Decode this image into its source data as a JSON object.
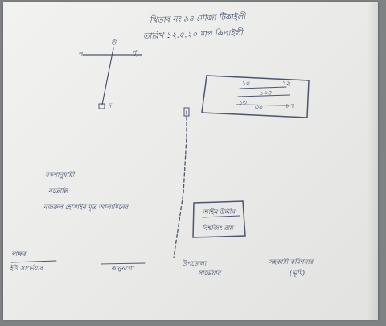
{
  "document": {
    "header": {
      "line1": "খিতাব নং ৯৪ মৌজা টিকাইলী",
      "line2": "তারিখ ১২.৫.২০ মাপ কিপাইলী"
    },
    "compass": {
      "north": "উ",
      "south": "দ",
      "west": "প",
      "east": "পূ"
    },
    "plot_box": {
      "labels": [
        "১০",
        "১২",
        "১০৪",
        "১৩",
        "৩০",
        "৮৭"
      ]
    },
    "left_notes": {
      "line1": "নকশানুযায়ী",
      "line2": "নতৌল্লি",
      "line3": "নজরুল হোসাইন মৃত আলামিনের"
    },
    "small_box": {
      "line1": "আইন উদ্দীন",
      "line2": "বিশ্বজিৎ রায়"
    },
    "signatures": [
      {
        "name": "স্বাক্ষর",
        "title": "ইউ সার্ভেয়ার"
      },
      {
        "name": "",
        "title": "কানুনগো"
      },
      {
        "name": "উপজেলা",
        "title": "সার্ভেয়ার"
      },
      {
        "name": "সহকারী কমিশনার",
        "title": "(ভূমি)"
      }
    ]
  }
}
